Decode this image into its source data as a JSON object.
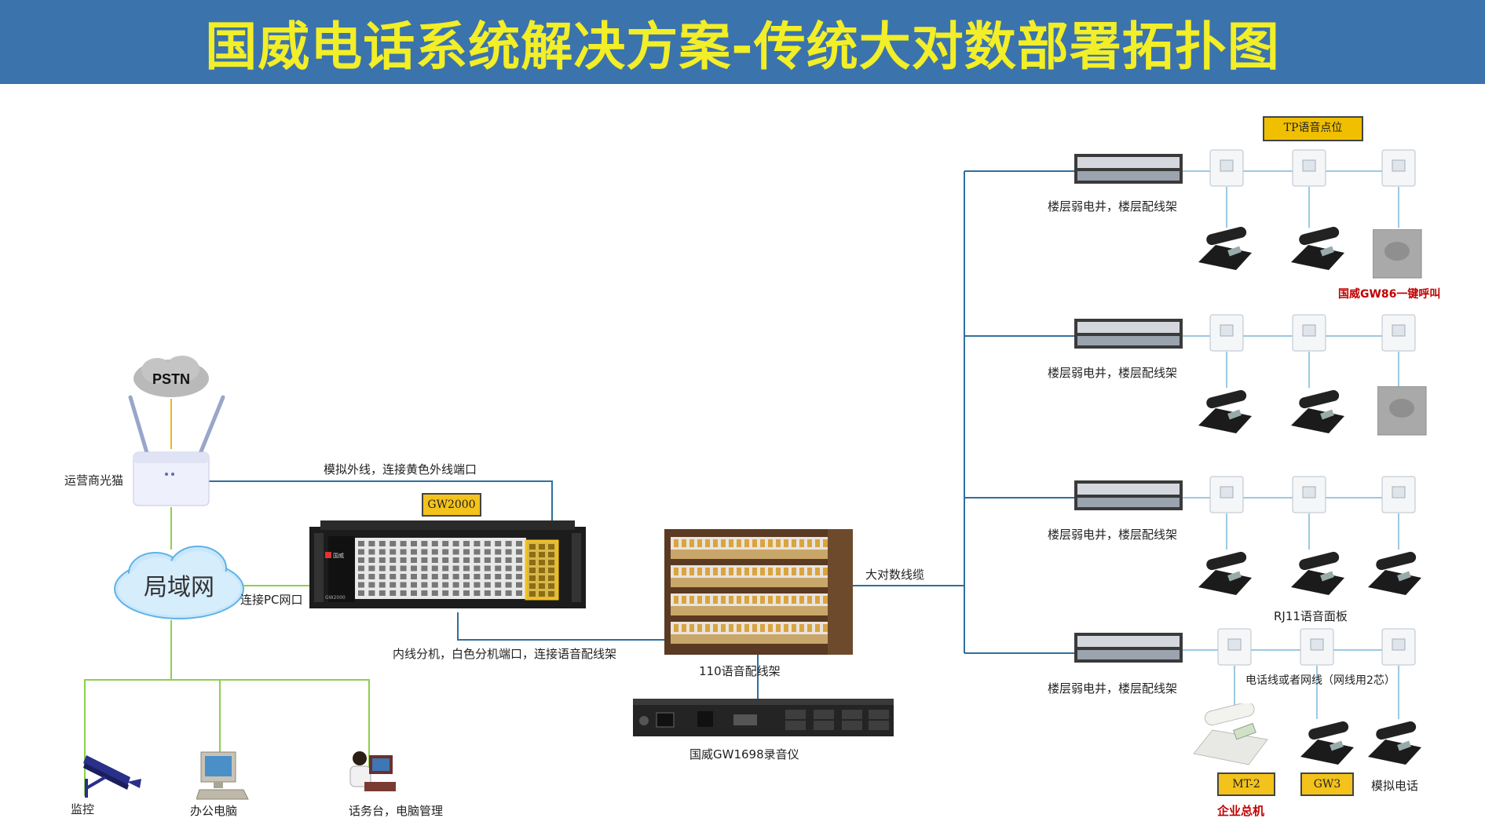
{
  "title": "国威电话系统解决方案-传统大对数部署拓扑图",
  "labels": {
    "pstn": "PSTN",
    "modem": "运营商光猫",
    "lan": "局域网",
    "analog_trunk": "模拟外线，连接黄色外线端口",
    "pc_port": "连接PC网口",
    "internal_ext": "内线分机，白色分机端口，连接语音配线架",
    "frame_110": "110语音配线架",
    "big_cable": "大对数线缆",
    "recorder": "国威GW1698录音仪",
    "cctv": "监控",
    "office_pc": "办公电脑",
    "operator": "话务台，电脑管理",
    "floor_1": "楼层弱电井，楼层配线架",
    "floor_2": "楼层弱电井，楼层配线架",
    "floor_3": "楼层弱电井，楼层配线架",
    "floor_4": "楼层弱电井，楼层配线架",
    "gw86": "国威GW86一键呼叫",
    "rj11": "RJ11语音面板",
    "cable_note": "电话线或者网线（网线用2芯）",
    "analog_phone": "模拟电话",
    "enterprise_console": "企业总机"
  },
  "tags": {
    "tp_voice": "TP语音点位",
    "gw2000": "GW2000",
    "mt2": "MT-2",
    "gw3": "GW3"
  },
  "device_text": {
    "brand": "国威",
    "model": "GW2000"
  },
  "colors": {
    "header_bg": "#3b73ad",
    "title": "#f2ee27",
    "line_blue": "#2f6f9f",
    "line_green": "#8ccf4e",
    "line_yellow": "#e8b81c",
    "tag_fill": "#f3c21b",
    "accent_red": "#c00000"
  }
}
